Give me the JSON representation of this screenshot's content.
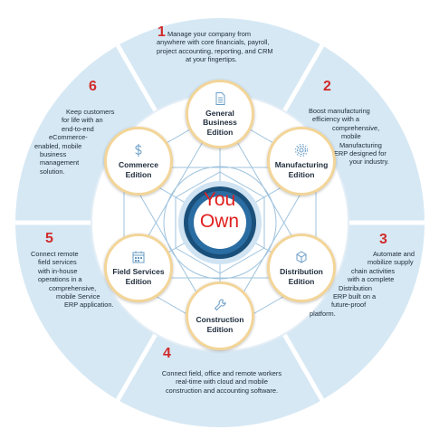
{
  "center": {
    "line1": "You",
    "line2": "Own"
  },
  "segments": [
    {
      "number": "1",
      "node_label": [
        "General",
        "Business",
        "Edition"
      ],
      "icon": "document-icon",
      "text": [
        "Manage your company from",
        "anywhere with core financials, payroll,",
        "project accounting, reporting, and CRM",
        "at your fingertips."
      ]
    },
    {
      "number": "2",
      "node_label": [
        "Manufacturing",
        "Edition"
      ],
      "icon": "gear-icon",
      "text": [
        "Boost manufacturing",
        "efficiency with a",
        "comprehensive,",
        "mobile",
        "Manufacturing",
        "ERP designed for",
        "your industry."
      ]
    },
    {
      "number": "3",
      "node_label": [
        "Distribution",
        "Edition"
      ],
      "icon": "box-icon",
      "text": [
        "Automate and",
        "mobilize supply",
        "chain activities",
        "with a complete",
        "Distribution",
        "ERP built on a",
        "future-proof",
        "platform."
      ]
    },
    {
      "number": "4",
      "node_label": [
        "Construction",
        "Edition"
      ],
      "icon": "wrench-icon",
      "text": [
        "Connect field, office and remote workers",
        "real-time with cloud and mobile",
        "construction and accounting software."
      ]
    },
    {
      "number": "5",
      "node_label": [
        "Field Services",
        "Edition"
      ],
      "icon": "calendar-icon",
      "text": [
        "Connect remote",
        "field services",
        "with in-house",
        "operations in a",
        "comprehensive,",
        "mobile Service",
        "ERP application."
      ]
    },
    {
      "number": "6",
      "node_label": [
        "Commerce",
        "Edition"
      ],
      "icon": "dollar-icon",
      "text": [
        "Keep customers",
        "for life with an",
        "end-to-end",
        "eCommerce-",
        "enabled, mobile",
        "business",
        "management",
        "solution."
      ]
    }
  ],
  "colors": {
    "ring": "#d6e8f4",
    "gap": "#ffffff",
    "node_border": "#f3d598",
    "accent": "#d12b2b",
    "center_text": "#e0201e",
    "hub": "#1a4f7a",
    "lines": "#9fc3dd"
  }
}
